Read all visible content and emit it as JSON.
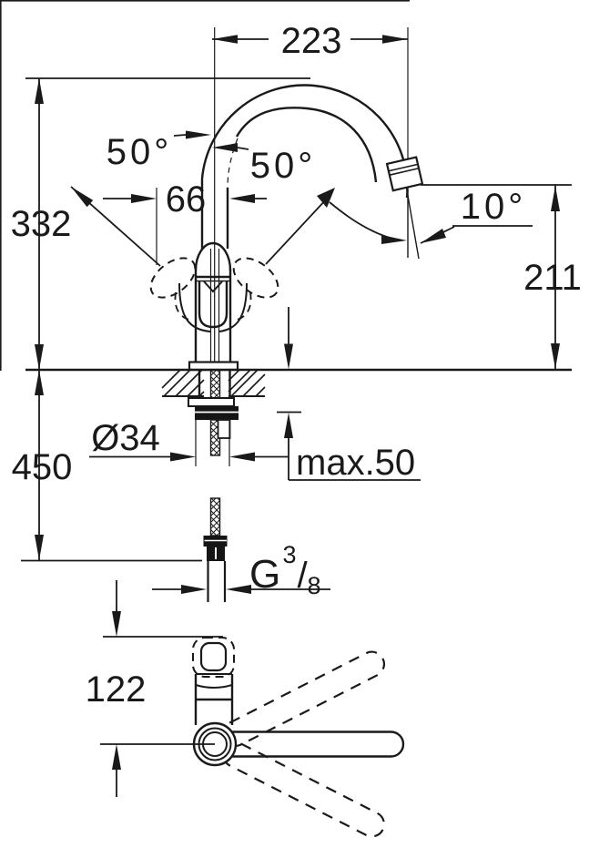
{
  "title": "kitchen-faucet-dimensional-drawing",
  "colors": {
    "ink": "#1a1a1a",
    "paper": "#ffffff"
  },
  "labels": {
    "top_width": "223",
    "left_height": "332",
    "swivel_left": "50°",
    "swivel_right": "50°",
    "handle_offset": "66",
    "spout_angle": "10°",
    "outlet_height": "211",
    "hose_drop": "450",
    "shank_diameter": "Ø34",
    "max_counter_thickness": "max.50",
    "thread_letter": "G",
    "thread_numerator": "3",
    "thread_slash": "/",
    "thread_denominator": "8",
    "base_height": "122"
  }
}
